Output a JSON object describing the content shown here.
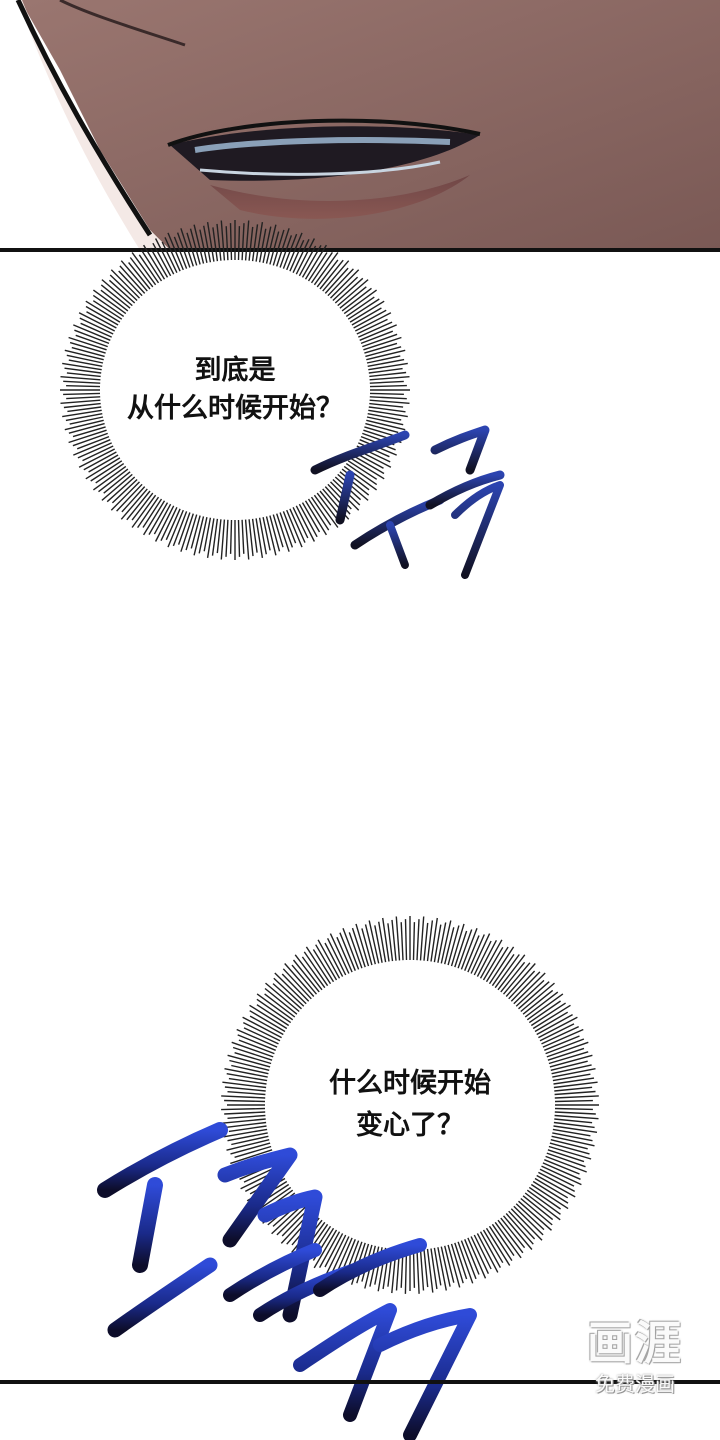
{
  "panels": {
    "top_panel": {
      "description_color": "#87645f"
    }
  },
  "bubbles": [
    {
      "lines": [
        "到底是",
        "从什么时候开始？"
      ]
    },
    {
      "lines": [
        "什么时候开始",
        "变心了？"
      ]
    }
  ],
  "sfx": [
    {
      "name": "sfx-small",
      "color_top": "#2c44b0",
      "color_bottom": "#111122"
    },
    {
      "name": "sfx-large",
      "color_top": "#2f4bd8",
      "color_bottom": "#0d0d2a"
    }
  ],
  "watermark": {
    "logo": "画涯",
    "subtitle": "免费漫画"
  }
}
